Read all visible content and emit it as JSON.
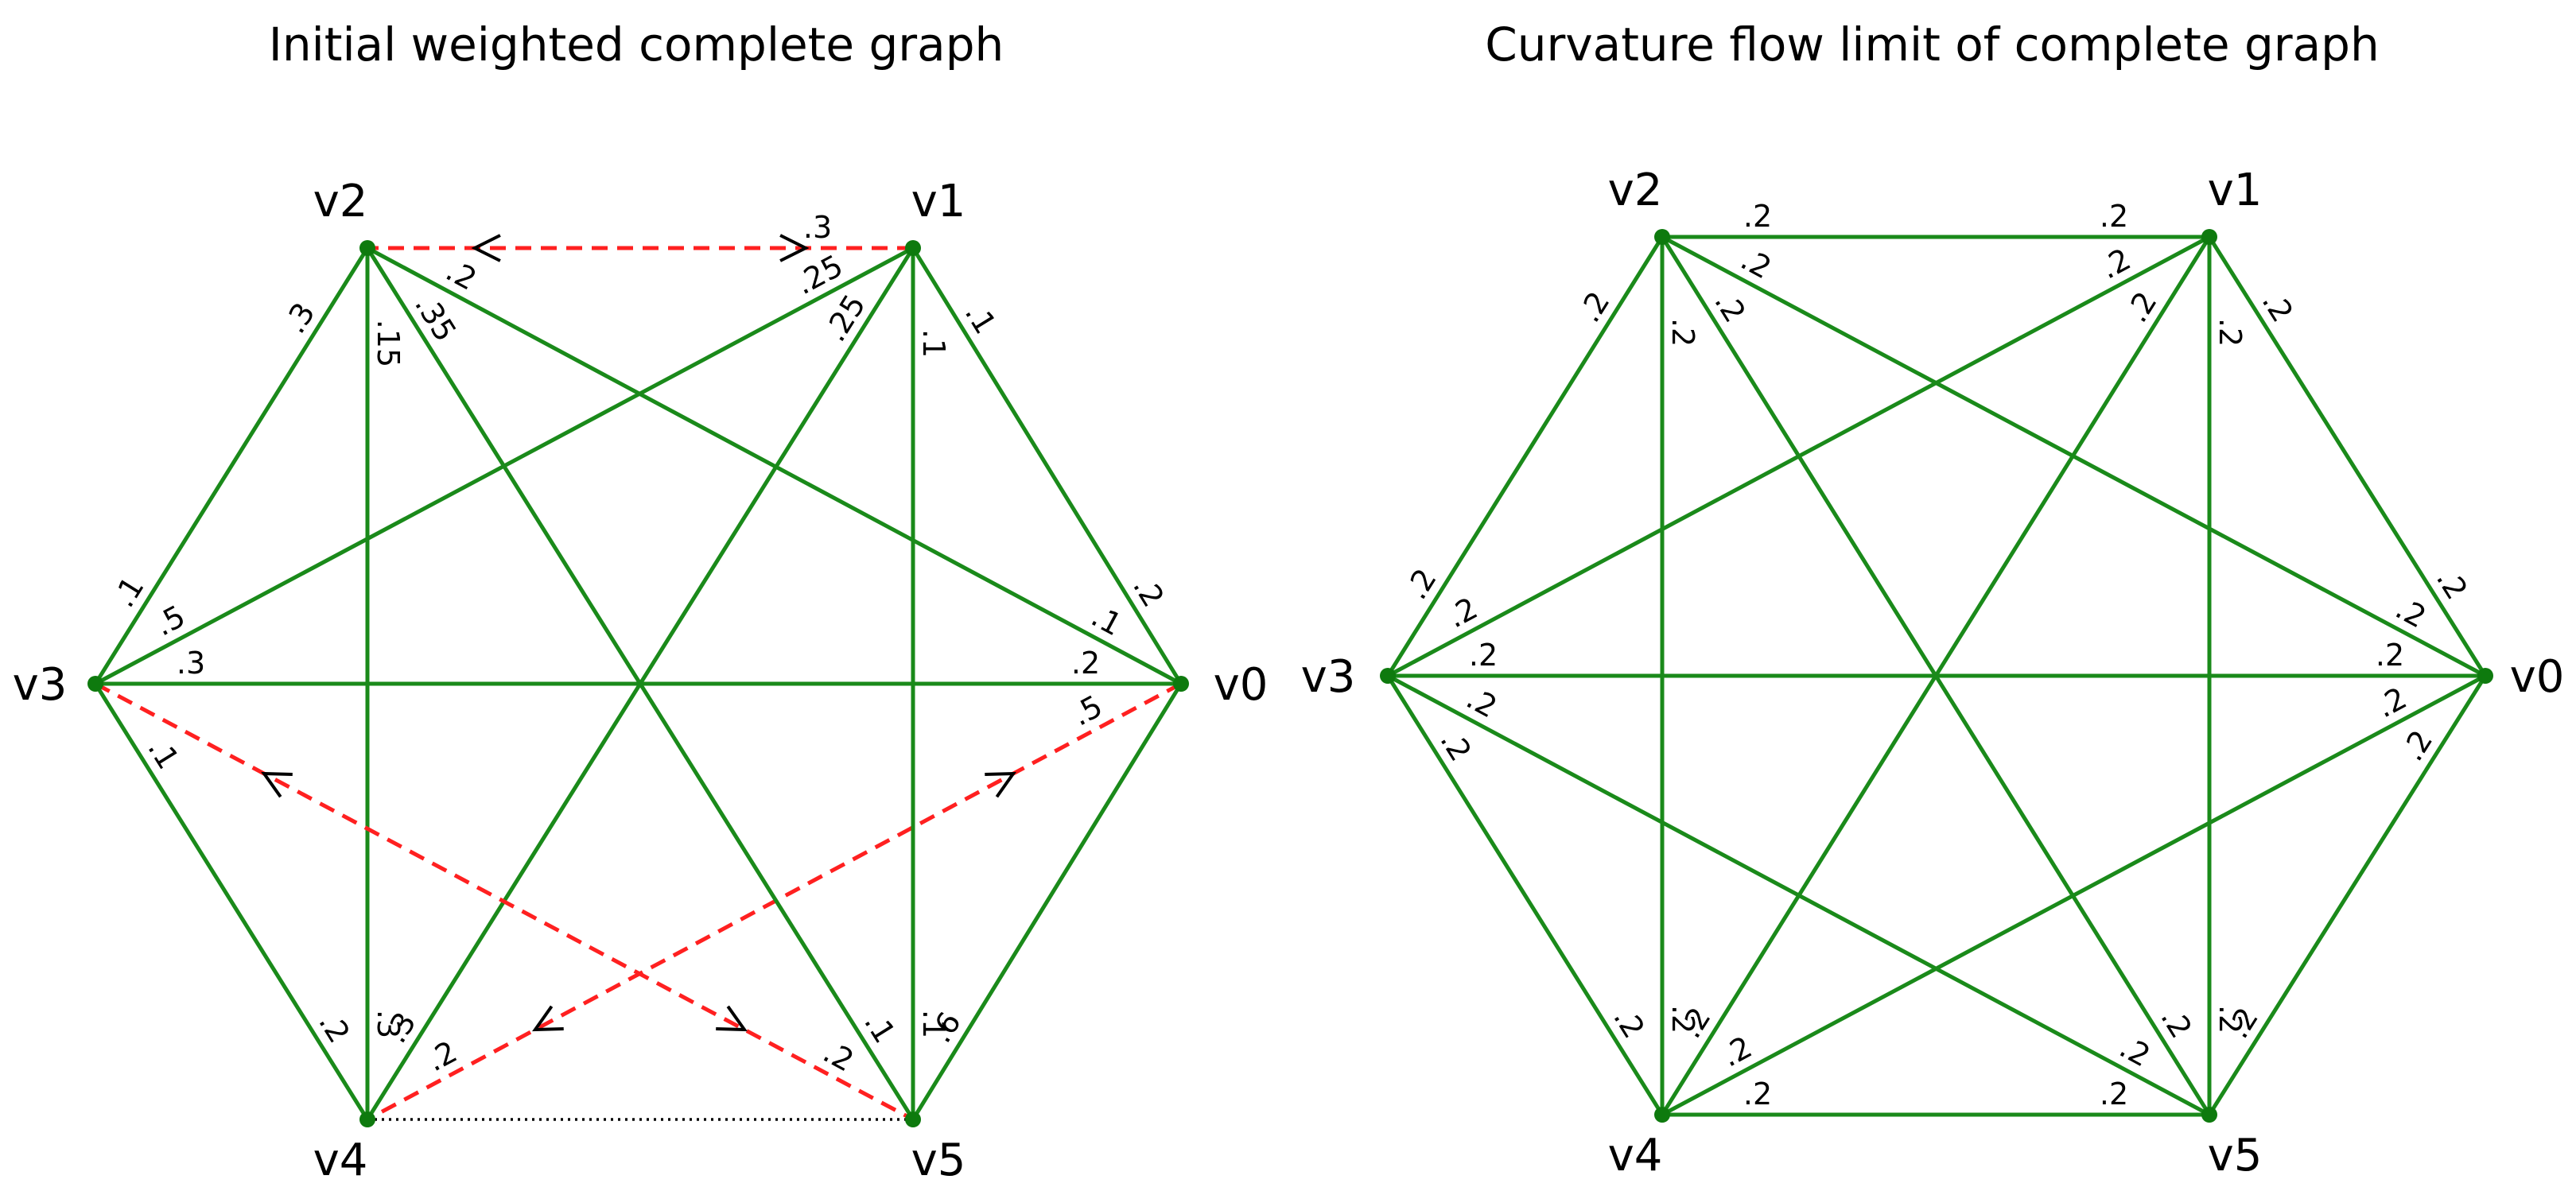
{
  "colors": {
    "edge": "#1a8a1a",
    "node": "#0e7a0e",
    "dashed": "#ff2020",
    "dotted": "#000000",
    "arrow": "#000000"
  },
  "left": {
    "title": "Initial weighted complete graph",
    "vertices": [
      "v0",
      "v1",
      "v2",
      "v3",
      "v4",
      "v5"
    ],
    "edges": [
      {
        "a": "v0",
        "b": "v1",
        "style": "solid",
        "wa": ".2",
        "wb": ".1"
      },
      {
        "a": "v0",
        "b": "v2",
        "style": "solid",
        "wa": ".1",
        "wb": ".2"
      },
      {
        "a": "v0",
        "b": "v3",
        "style": "solid",
        "wa": ".2",
        "wb": ".3"
      },
      {
        "a": "v0",
        "b": "v4",
        "style": "dashed",
        "wa": ".5",
        "wb": ".2",
        "arrows": true
      },
      {
        "a": "v0",
        "b": "v5",
        "style": "solid",
        "wa": "",
        "wb": ".6"
      },
      {
        "a": "v1",
        "b": "v2",
        "style": "dashed",
        "wa": ".3",
        "wb": "",
        "arrows": true
      },
      {
        "a": "v1",
        "b": "v3",
        "style": "solid",
        "wa": ".25",
        "wb": ".5"
      },
      {
        "a": "v1",
        "b": "v4",
        "style": "solid",
        "wa": ".25",
        "wb": ".3"
      },
      {
        "a": "v1",
        "b": "v5",
        "style": "solid",
        "wa": ".1",
        "wb": ".1"
      },
      {
        "a": "v2",
        "b": "v3",
        "style": "solid",
        "wa": ".3",
        "wb": ".1"
      },
      {
        "a": "v2",
        "b": "v4",
        "style": "solid",
        "wa": ".15",
        "wb": ".3"
      },
      {
        "a": "v2",
        "b": "v5",
        "style": "solid",
        "wa": ".35",
        "wb": ".1"
      },
      {
        "a": "v3",
        "b": "v4",
        "style": "solid",
        "wa": ".1",
        "wb": ".2"
      },
      {
        "a": "v3",
        "b": "v5",
        "style": "dashed",
        "wa": "",
        "wb": ".2",
        "arrows": true
      },
      {
        "a": "v4",
        "b": "v5",
        "style": "dotted",
        "wa": "",
        "wb": ""
      }
    ]
  },
  "right": {
    "title": "Curvature flow limit of complete graph",
    "vertices": [
      "v0",
      "v1",
      "v2",
      "v3",
      "v4",
      "v5"
    ],
    "edges": [
      {
        "a": "v0",
        "b": "v1",
        "style": "solid",
        "wa": ".2",
        "wb": ".2"
      },
      {
        "a": "v0",
        "b": "v2",
        "style": "solid",
        "wa": ".2",
        "wb": ".2"
      },
      {
        "a": "v0",
        "b": "v3",
        "style": "solid",
        "wa": ".2",
        "wb": ".2"
      },
      {
        "a": "v0",
        "b": "v4",
        "style": "solid",
        "wa": ".2",
        "wb": ".2"
      },
      {
        "a": "v0",
        "b": "v5",
        "style": "solid",
        "wa": ".2",
        "wb": ".2"
      },
      {
        "a": "v1",
        "b": "v2",
        "style": "solid",
        "wa": ".2",
        "wb": ".2"
      },
      {
        "a": "v1",
        "b": "v3",
        "style": "solid",
        "wa": ".2",
        "wb": ".2"
      },
      {
        "a": "v1",
        "b": "v4",
        "style": "solid",
        "wa": ".2",
        "wb": ".2"
      },
      {
        "a": "v1",
        "b": "v5",
        "style": "solid",
        "wa": ".2",
        "wb": ".2"
      },
      {
        "a": "v2",
        "b": "v3",
        "style": "solid",
        "wa": ".2",
        "wb": ".2"
      },
      {
        "a": "v2",
        "b": "v4",
        "style": "solid",
        "wa": ".2",
        "wb": ".2"
      },
      {
        "a": "v2",
        "b": "v5",
        "style": "solid",
        "wa": ".2",
        "wb": ".2"
      },
      {
        "a": "v3",
        "b": "v4",
        "style": "solid",
        "wa": ".2",
        "wb": ".2"
      },
      {
        "a": "v3",
        "b": "v5",
        "style": "solid",
        "wa": ".2",
        "wb": ".2"
      },
      {
        "a": "v4",
        "b": "v5",
        "style": "solid",
        "wa": ".2",
        "wb": ".2"
      }
    ]
  }
}
